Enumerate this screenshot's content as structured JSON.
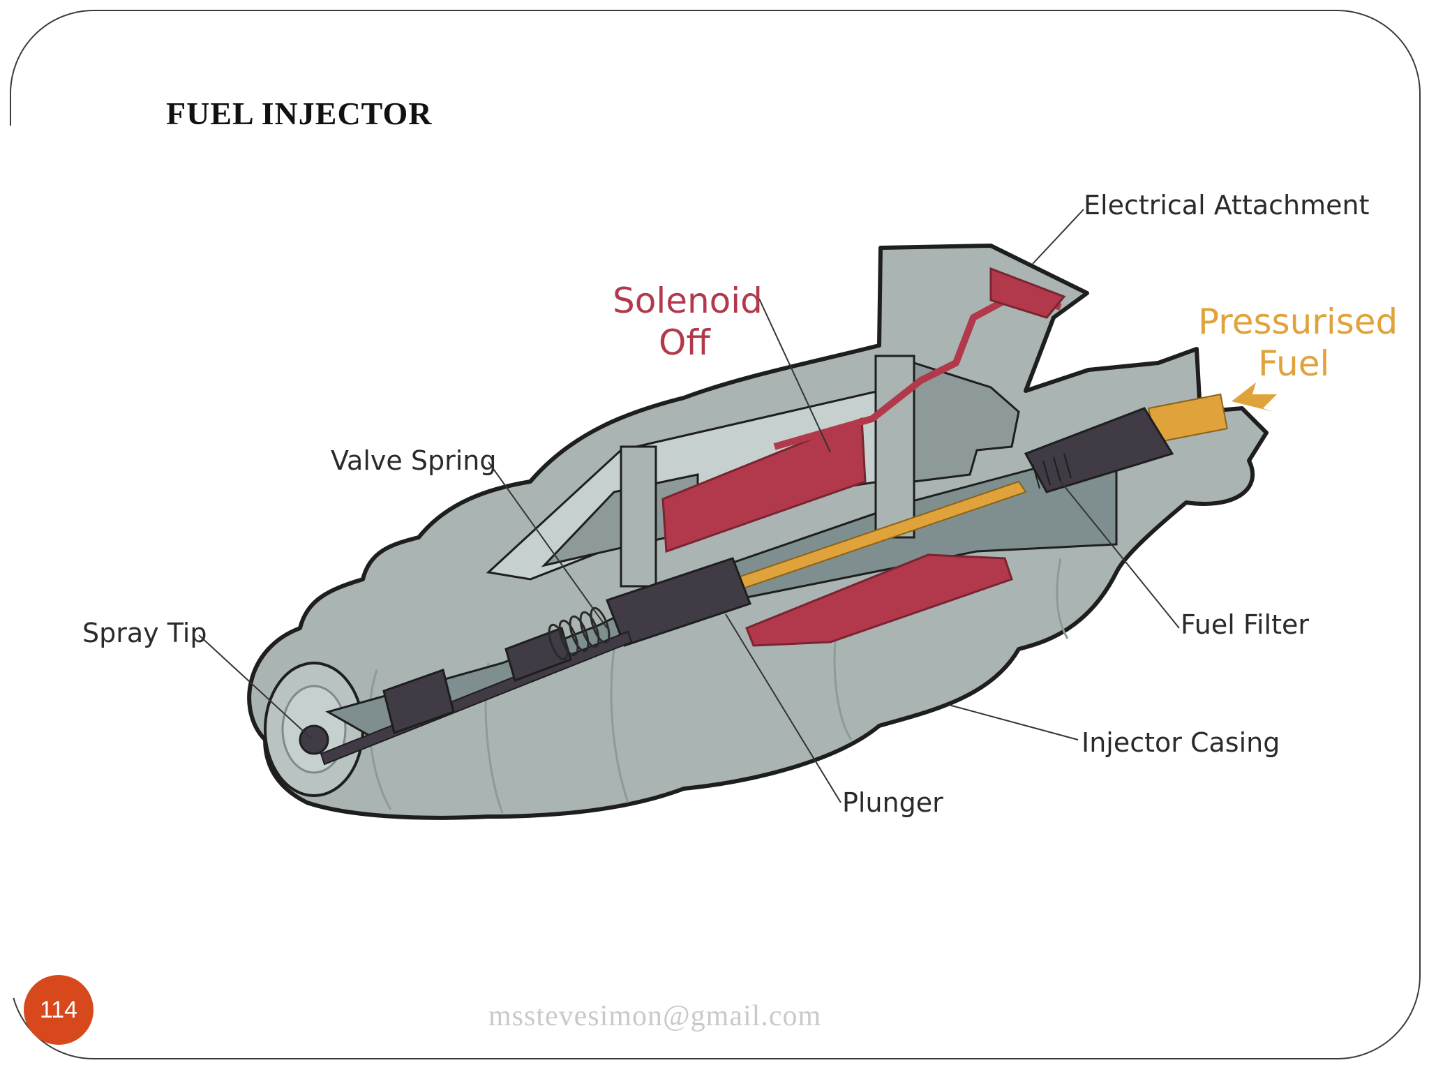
{
  "slide": {
    "title": "FUEL  INJECTOR",
    "page_number": "114",
    "footer_email": "msstevesimon@gmail.com"
  },
  "diagram": {
    "labels": {
      "electrical_attachment": "Electrical Attachment",
      "solenoid_line1": "Solenoid",
      "solenoid_line2": "Off",
      "pressurised_line1": "Pressurised",
      "pressurised_line2": "Fuel",
      "valve_spring": "Valve Spring",
      "spray_tip": "Spray Tip",
      "fuel_filter": "Fuel Filter",
      "injector_casing": "Injector Casing",
      "plunger": "Plunger"
    }
  },
  "colors": {
    "casing": "#a9b4b3",
    "casing_dark": "#8e9a99",
    "casing_light": "#c6d0cf",
    "cavity": "#7f8f8f",
    "outline": "#1e1e1e",
    "solenoid_red": "#b2394b",
    "fuel_orange": "#e0a23a",
    "plunger_dark": "#403b45",
    "page_badge": "#d7491c"
  }
}
